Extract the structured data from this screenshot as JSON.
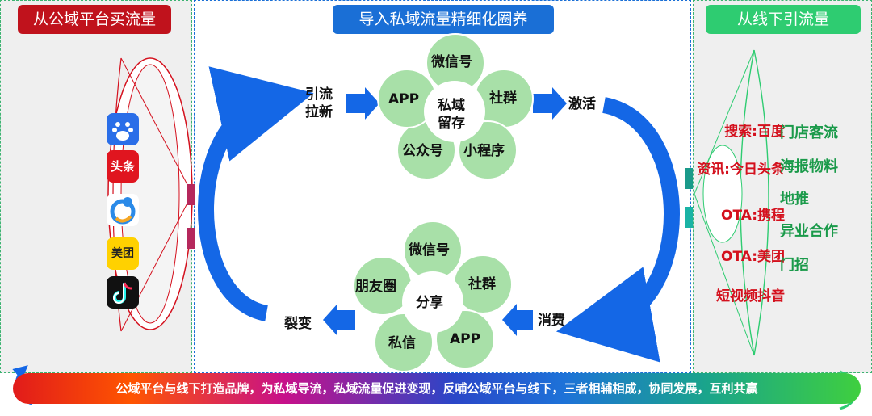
{
  "headers": {
    "left": "从公域平台买流量",
    "center": "导入私域流量精细化圈养",
    "right": "从线下引流量"
  },
  "online_sources": [
    {
      "label": "搜索:百度",
      "icon": "baidu-icon"
    },
    {
      "label": "资讯:今日头条",
      "icon": "toutiao-icon",
      "icon_text": "头条"
    },
    {
      "label": "OTA:携程",
      "icon": "ctrip-icon"
    },
    {
      "label": "OTA:美团",
      "icon": "meituan-icon",
      "icon_text": "美团"
    },
    {
      "label": "短视频抖音",
      "icon": "douyin-icon"
    }
  ],
  "offline_sources": [
    "门店客流",
    "海报物料",
    "地推",
    "异业合作",
    "门招"
  ],
  "flow": {
    "inbound": "引流\n拉新",
    "activate": "激活",
    "consume": "消费",
    "fission": "裂变"
  },
  "retention_flower": {
    "center": "私域\n留存",
    "petals": [
      "微信号",
      "社群",
      "小程序",
      "公众号",
      "APP"
    ]
  },
  "share_flower": {
    "center": "分享",
    "petals": [
      "微信号",
      "社群",
      "APP",
      "私信",
      "朋友圈"
    ]
  },
  "banner": "公域平台与线下打造品牌，为私域导流，私域流量促进变现，反哺公域平台与线下，三者相辅相成，协同发展，互利共赢",
  "colors": {
    "left": "#c0121c",
    "center": "#1a6fd6",
    "right": "#2ecc71",
    "petal": "#a8e0a8",
    "arrow": "#1467e6"
  }
}
